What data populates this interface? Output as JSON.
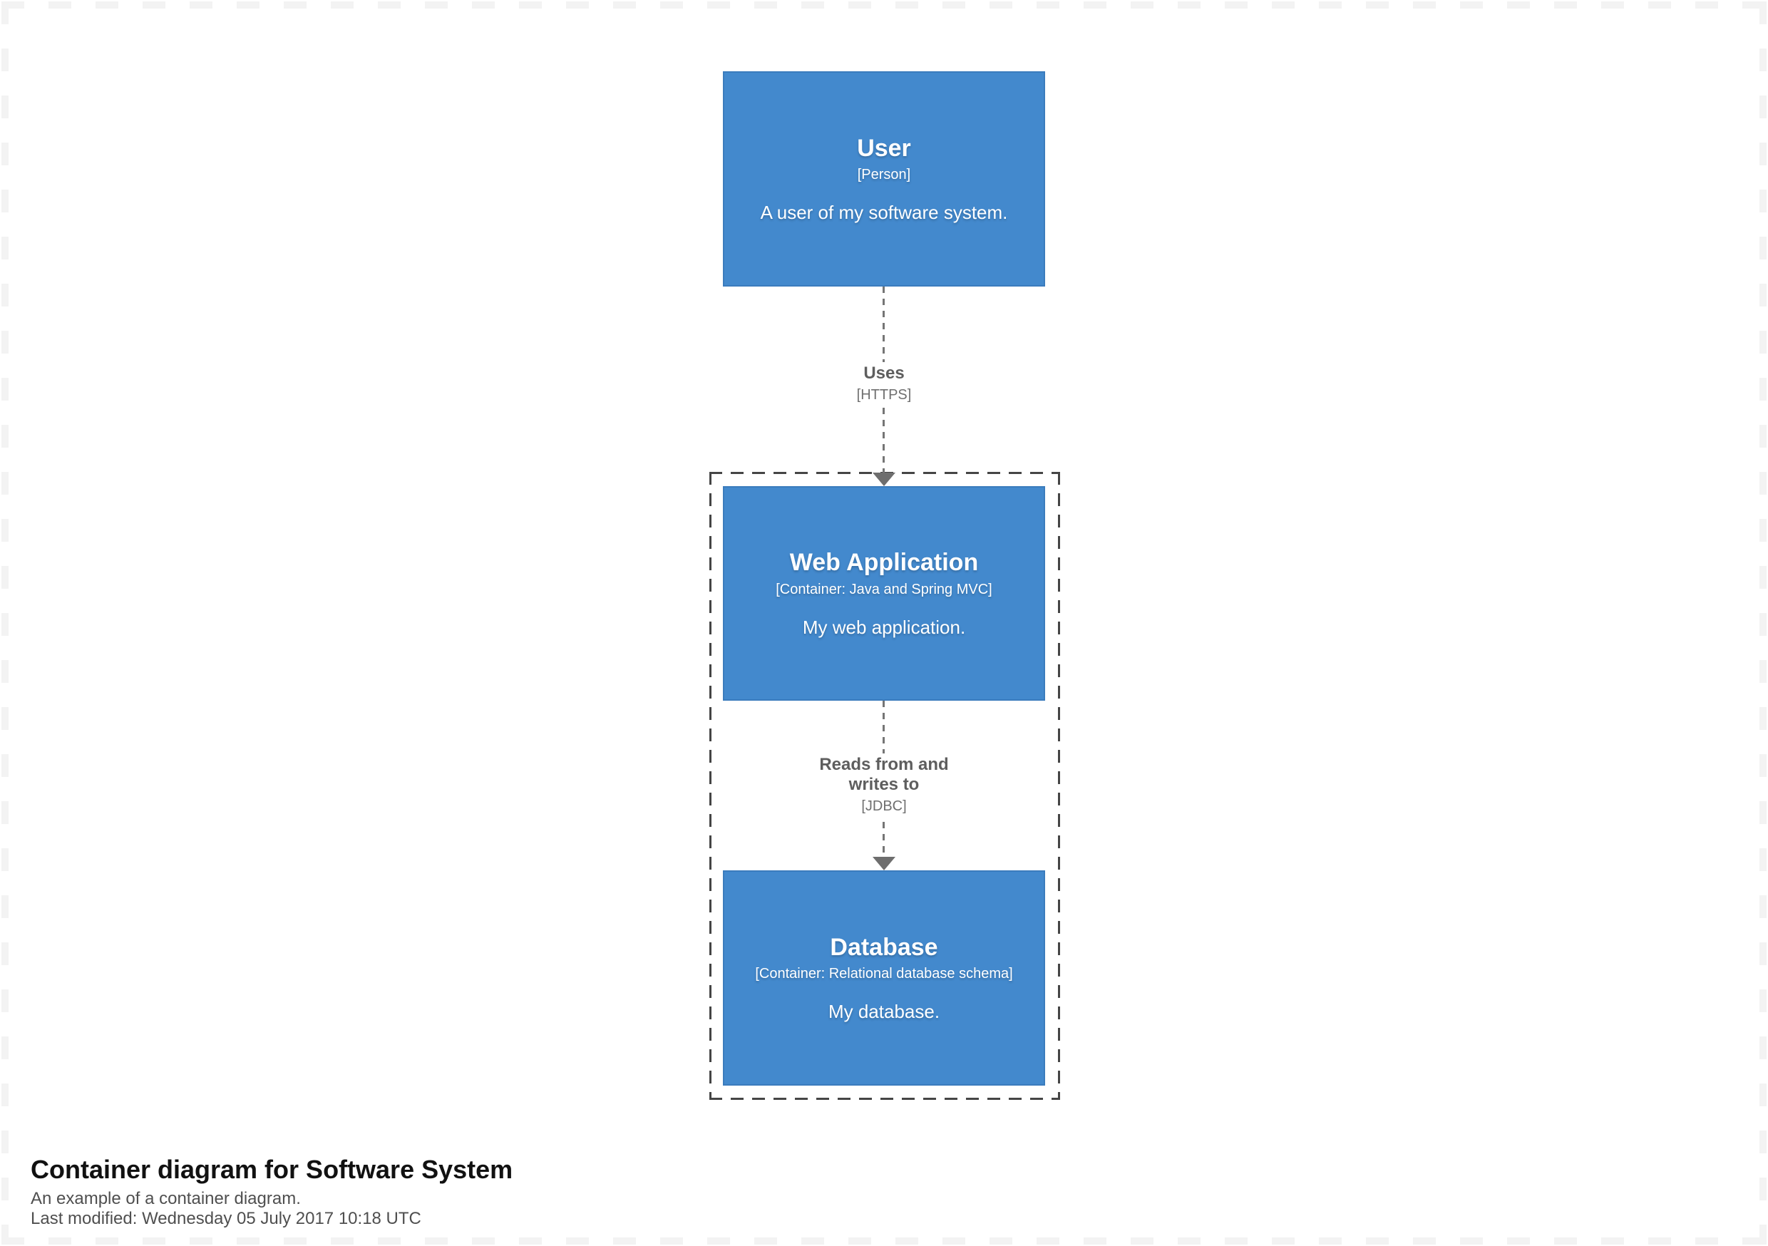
{
  "diagram": {
    "nodes": {
      "user": {
        "name": "User",
        "meta": "[Person]",
        "description": "A user of my software system."
      },
      "web_app": {
        "name": "Web Application",
        "meta": "[Container: Java and Spring MVC]",
        "description": "My web application."
      },
      "database": {
        "name": "Database",
        "meta": "[Container: Relational database schema]",
        "description": "My database."
      }
    },
    "relationships": {
      "user_webapp": {
        "label": "Uses",
        "technology": "[HTTPS]"
      },
      "webapp_database": {
        "label": "Reads from and writes to",
        "technology": "[JDBC]"
      }
    }
  },
  "footer": {
    "title": "Container diagram for Software System",
    "description": "An example of a container diagram.",
    "last_modified": "Last modified: Wednesday 05 July 2017 10:18 UTC"
  },
  "colors": {
    "element_fill": "#4389cd",
    "element_border": "#3b7cbd",
    "element_text": "#ffffff",
    "relationship_text": "#5e5e5e",
    "relationship_line": "#757575",
    "boundary_border": "#454545"
  }
}
